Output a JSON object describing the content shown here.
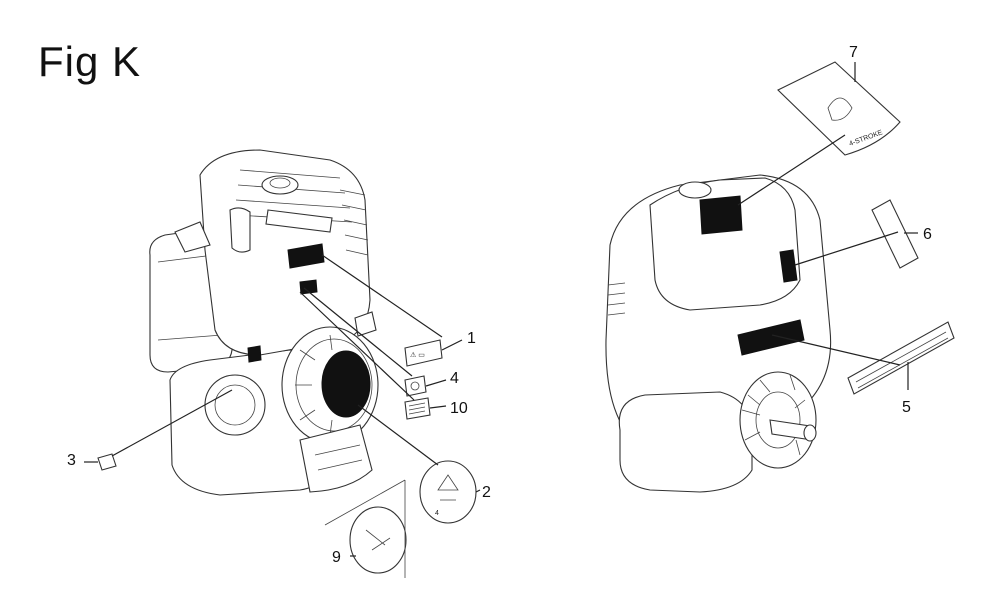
{
  "figure": {
    "title": "Fig K"
  },
  "callouts": [
    {
      "id": "1",
      "text": "1"
    },
    {
      "id": "2",
      "text": "2"
    },
    {
      "id": "3",
      "text": "3"
    },
    {
      "id": "4",
      "text": "4"
    },
    {
      "id": "5",
      "text": "5"
    },
    {
      "id": "6",
      "text": "6"
    },
    {
      "id": "7",
      "text": "7"
    },
    {
      "id": "9",
      "text": "9"
    },
    {
      "id": "10",
      "text": "10"
    }
  ]
}
